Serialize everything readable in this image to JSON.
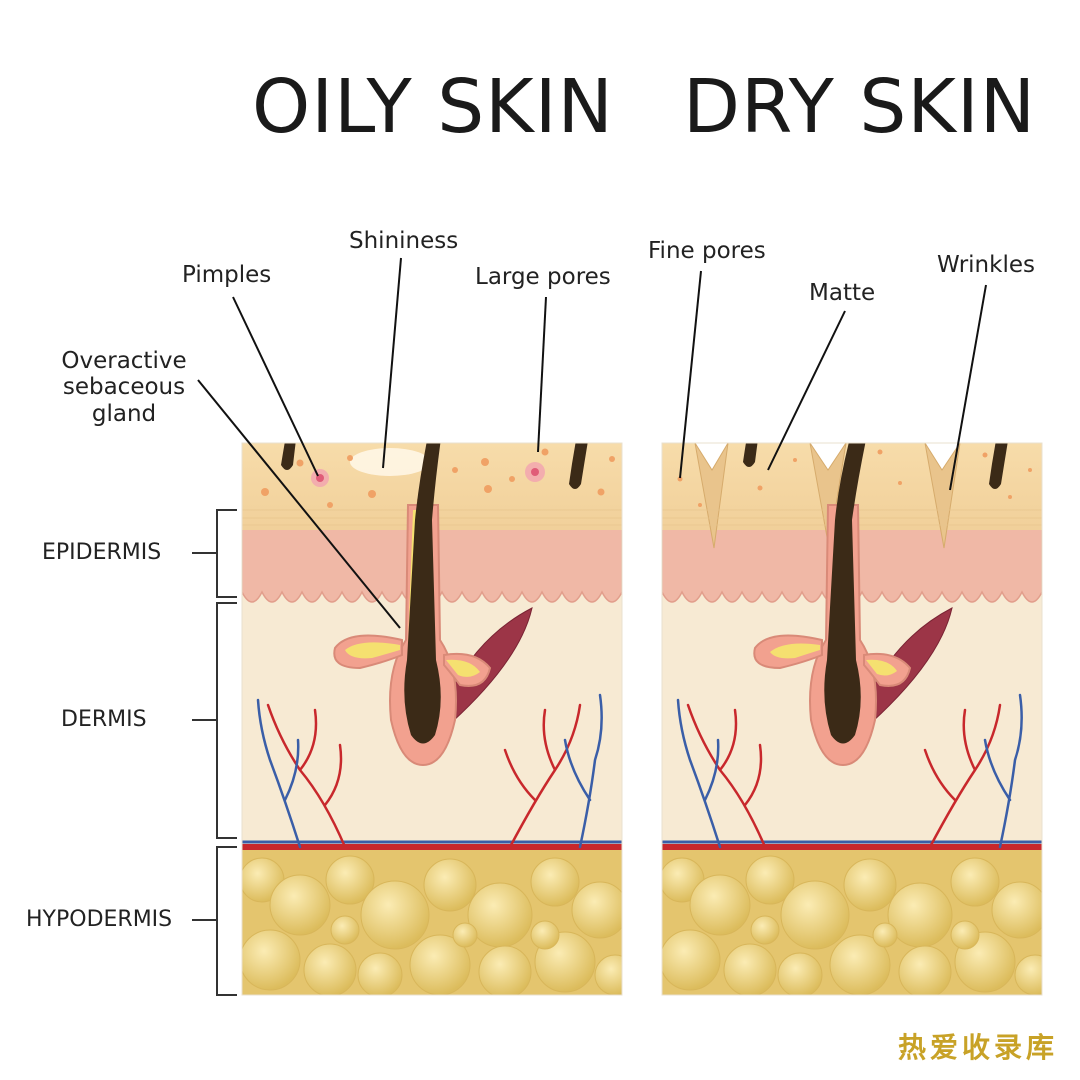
{
  "titles": {
    "oily": "OILY SKIN",
    "dry": "DRY SKIN"
  },
  "oily_labels": {
    "pimples": "Pimples",
    "shininess": "Shininess",
    "large_pores": "Large pores",
    "gland_line1": "Overactive",
    "gland_line2": "sebaceous",
    "gland_line3": "gland"
  },
  "dry_labels": {
    "fine_pores": "Fine pores",
    "matte": "Matte",
    "wrinkles": "Wrinkles"
  },
  "layers": {
    "epidermis": "EPIDERMIS",
    "dermis": "DERMIS",
    "hypodermis": "HYPODERMIS"
  },
  "watermark": "热爱收录库",
  "colors": {
    "skin_surface": "#f6d9a8",
    "epidermis": "#f0b8a6",
    "dermis": "#f7ead3",
    "hypodermis": "#e9cf7a",
    "hair": "#3b2a17",
    "follicle": "#f2a18f",
    "sebum": "#f5e070",
    "muscle": "#9c3547",
    "artery": "#c8282c",
    "vein": "#3a5ea8"
  }
}
